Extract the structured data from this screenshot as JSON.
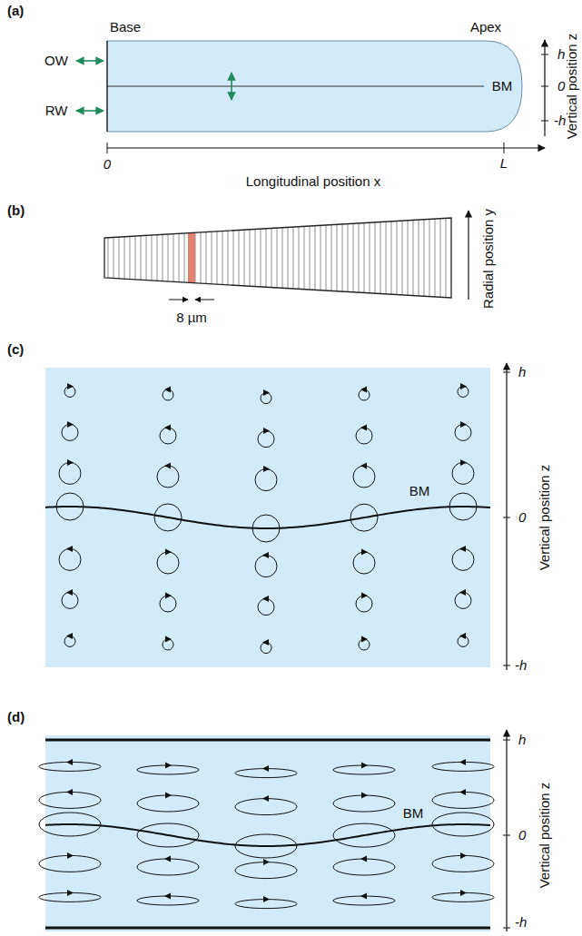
{
  "diagram": {
    "labels": [
      "(a)",
      "Base",
      "Apex",
      "OW",
      "RW",
      "BM",
      "h",
      "0",
      "-h",
      "Vertical position z",
      "0",
      "L",
      "Longitudinal position x",
      "(b)",
      "8 µm",
      "Radial position y",
      "(c)",
      "BM",
      "h",
      "0",
      "-h",
      "Vertical position z",
      "(d)",
      "BM",
      "h",
      "0",
      "-h",
      "Vertical position z"
    ]
  }
}
